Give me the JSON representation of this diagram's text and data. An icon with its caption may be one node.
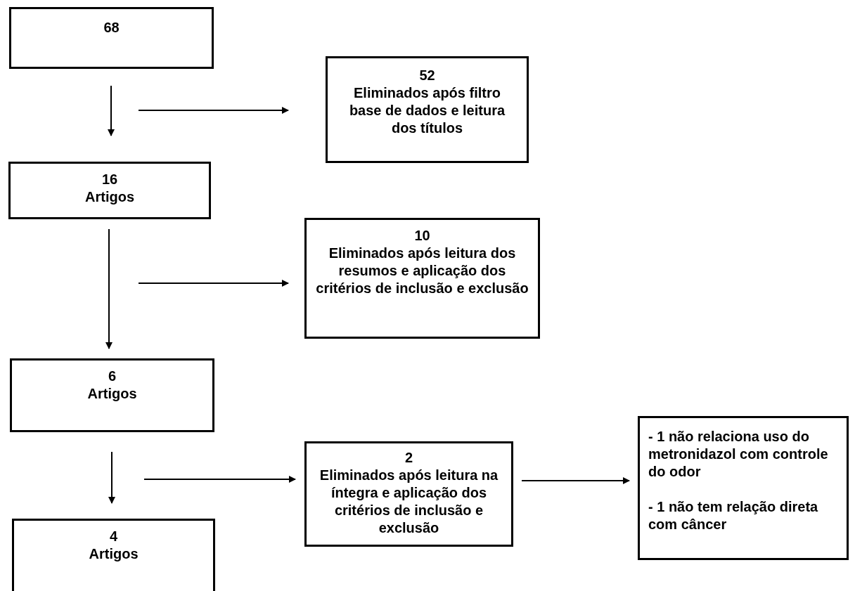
{
  "diagram": {
    "nodes": [
      {
        "text": [
          "68"
        ]
      },
      {
        "text": [
          "52",
          "Eliminados após filtro base de dados e leitura dos títulos"
        ]
      },
      {
        "text": [
          "16",
          "Artigos"
        ]
      },
      {
        "text": [
          "10",
          "Eliminados após leitura dos resumos e aplicação dos critérios de inclusão e exclusão"
        ]
      },
      {
        "text": [
          "6",
          "Artigos"
        ]
      },
      {
        "text": [
          "2",
          "Eliminados após leitura na íntegra e aplicação dos critérios de inclusão e exclusão"
        ]
      },
      {
        "text": [
          "4",
          "Artigos"
        ]
      },
      {
        "text": [
          "- 1 não relaciona uso do metronidazol com controle do odor",
          "- 1 não tem relação direta com câncer"
        ]
      }
    ],
    "edges": [
      {
        "from": 0,
        "to": 2,
        "arrow": "to"
      },
      {
        "from": null,
        "to": 1,
        "arrow": "to"
      },
      {
        "from": 2,
        "to": 4,
        "arrow": "to"
      },
      {
        "from": null,
        "to": 3,
        "arrow": "to"
      },
      {
        "from": 4,
        "to": 6,
        "arrow": "to"
      },
      {
        "from": null,
        "to": 5,
        "arrow": "to"
      },
      {
        "from": 5,
        "to": 7,
        "arrow": "to"
      }
    ]
  }
}
